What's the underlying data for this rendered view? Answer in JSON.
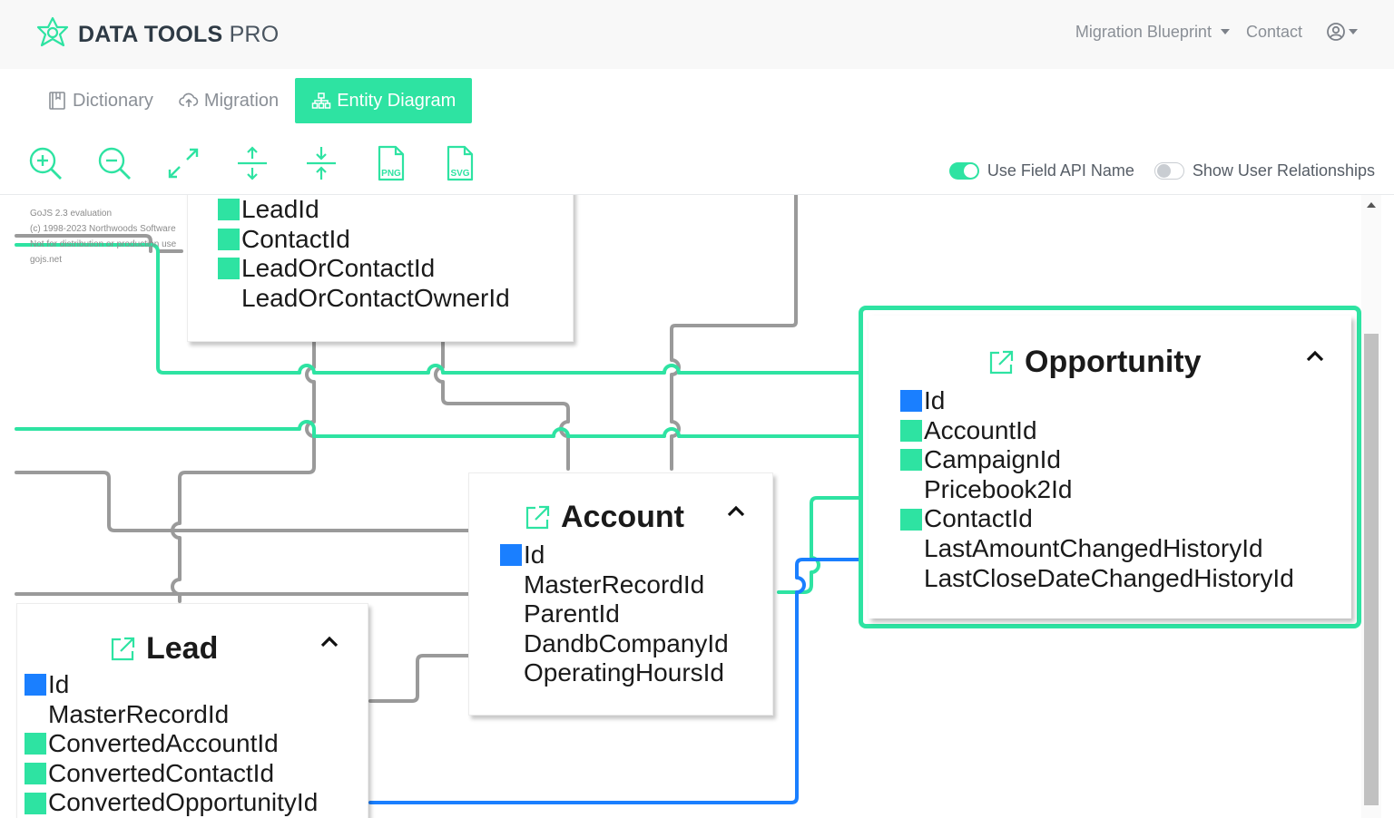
{
  "brand": {
    "name_bold": "DATA TOOLS",
    "name_light": "PRO"
  },
  "nav": {
    "migration_blueprint": "Migration Blueprint",
    "contact": "Contact"
  },
  "tabs": [
    {
      "label": "Dictionary",
      "icon": "book-icon"
    },
    {
      "label": "Migration",
      "icon": "cloud-upload-icon"
    },
    {
      "label": "Entity Diagram",
      "icon": "diagram-icon",
      "active": true
    }
  ],
  "toolbar": {
    "png_label": "PNG",
    "svg_label": "SVG"
  },
  "toggles": {
    "use_field_api_name": {
      "label": "Use Field API Name",
      "on": true
    },
    "show_user_relationships": {
      "label": "Show User Relationships",
      "on": false
    }
  },
  "watermark": [
    "GoJS 2.3 evaluation",
    "(c) 1998-2023 Northwoods Software",
    "Not for distribution or production use",
    "gojs.net"
  ],
  "entities": {
    "top_partial": {
      "fields": [
        {
          "name": "LeadId",
          "key": "fk"
        },
        {
          "name": "ContactId",
          "key": "fk"
        },
        {
          "name": "LeadOrContactId",
          "key": "fk"
        },
        {
          "name": "LeadOrContactOwnerId",
          "key": "none"
        }
      ]
    },
    "opportunity": {
      "title": "Opportunity",
      "fields": [
        {
          "name": "Id",
          "key": "pk"
        },
        {
          "name": "AccountId",
          "key": "fk"
        },
        {
          "name": "CampaignId",
          "key": "fk"
        },
        {
          "name": "Pricebook2Id",
          "key": "none"
        },
        {
          "name": "ContactId",
          "key": "fk"
        },
        {
          "name": "LastAmountChangedHistoryId",
          "key": "none"
        },
        {
          "name": "LastCloseDateChangedHistoryId",
          "key": "none"
        }
      ]
    },
    "account": {
      "title": "Account",
      "fields": [
        {
          "name": "Id",
          "key": "pk"
        },
        {
          "name": "MasterRecordId",
          "key": "none"
        },
        {
          "name": "ParentId",
          "key": "none"
        },
        {
          "name": "DandbCompanyId",
          "key": "none"
        },
        {
          "name": "OperatingHoursId",
          "key": "none"
        }
      ]
    },
    "lead": {
      "title": "Lead",
      "fields": [
        {
          "name": "Id",
          "key": "pk"
        },
        {
          "name": "MasterRecordId",
          "key": "none"
        },
        {
          "name": "ConvertedAccountId",
          "key": "fk"
        },
        {
          "name": "ConvertedContactId",
          "key": "fk"
        },
        {
          "name": "ConvertedOpportunityId",
          "key": "fk"
        }
      ]
    }
  },
  "colors": {
    "accent": "#2ee3a2",
    "primary_key": "#1a7fff",
    "foreign_key": "#2ee3a2",
    "link_gray": "#999999",
    "link_blue": "#1a7fff"
  }
}
